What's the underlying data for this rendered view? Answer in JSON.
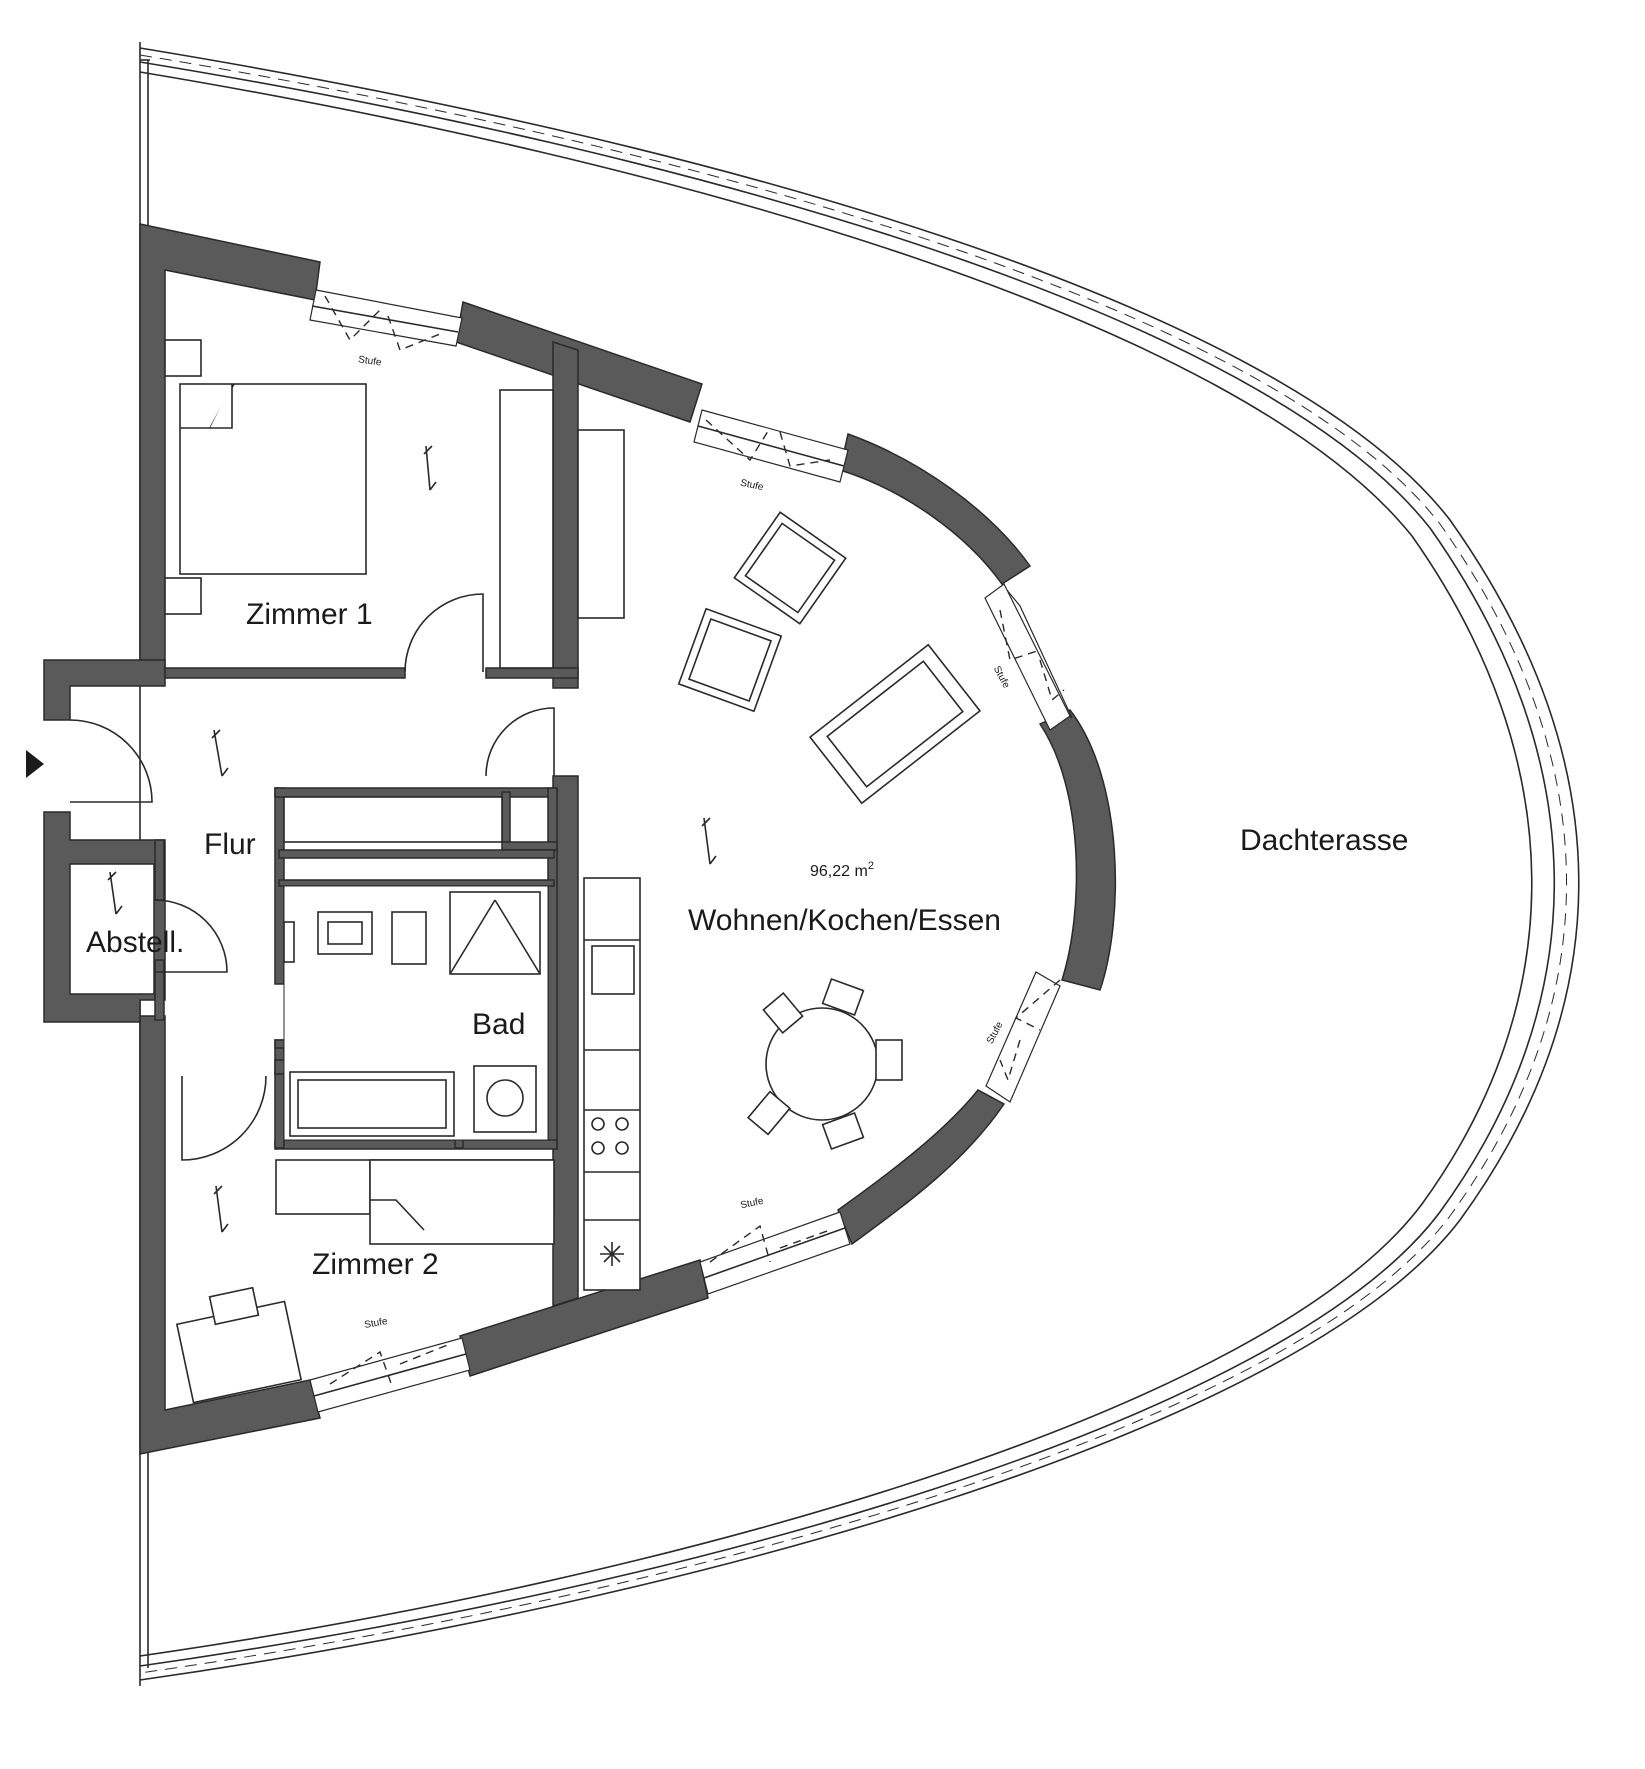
{
  "plan": {
    "rooms": {
      "zimmer1": "Zimmer 1",
      "zimmer2": "Zimmer 2",
      "flur": "Flur",
      "abstell": "Abstell.",
      "bad": "Bad",
      "wohnen": "Wohnen/Kochen/Essen",
      "terrasse": "Dachterasse"
    },
    "area": {
      "value": "96,22 m",
      "unit_sup": "2"
    },
    "step_label": "Stufe",
    "colors": {
      "wall": "#5a5a5b",
      "line": "#2a2a2a",
      "background": "#ffffff"
    }
  }
}
